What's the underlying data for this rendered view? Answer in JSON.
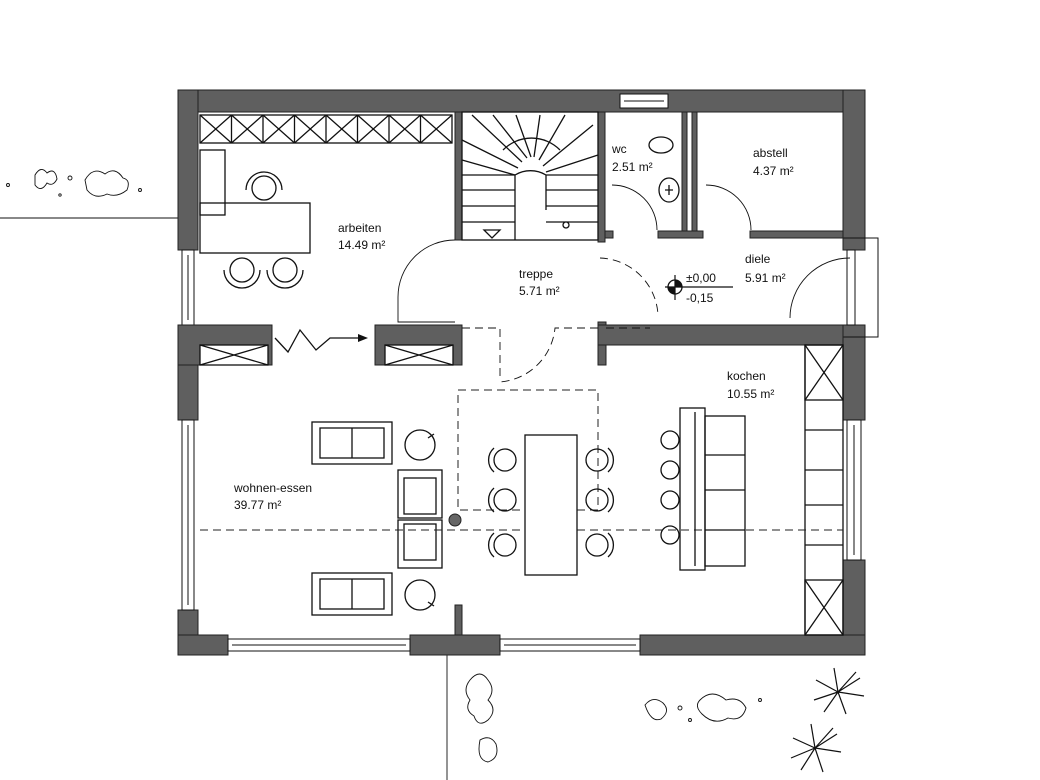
{
  "plan": {
    "rooms": [
      {
        "id": "arbeiten",
        "name": "arbeiten",
        "area": "14.49 m²"
      },
      {
        "id": "treppe",
        "name": "treppe",
        "area": "5.71 m²"
      },
      {
        "id": "wc",
        "name": "wc",
        "area": "2.51 m²"
      },
      {
        "id": "abstell",
        "name": "abstell",
        "area": "4.37 m²"
      },
      {
        "id": "diele",
        "name": "diele",
        "area": "5.91 m²"
      },
      {
        "id": "kochen",
        "name": "kochen",
        "area": "10.55 m²"
      },
      {
        "id": "wohnen",
        "name": "wohnen-essen",
        "area": "39.77 m²"
      }
    ],
    "level": {
      "upper": "±0,00",
      "lower": "-0,15"
    }
  }
}
